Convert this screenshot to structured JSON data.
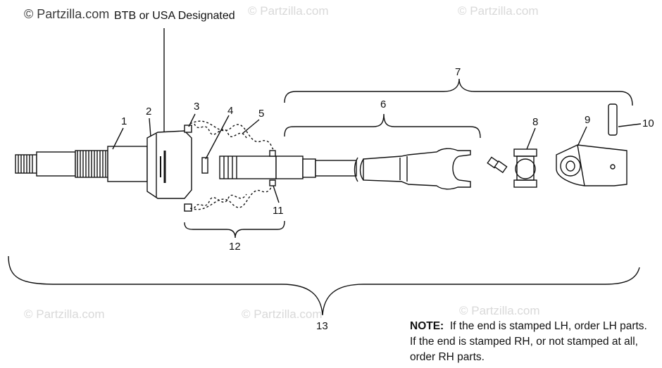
{
  "watermarks": {
    "top_left": "© Partzilla.com",
    "copies": [
      "© Partzilla.com",
      "© Partzilla.com",
      "© Partzilla.com",
      "© Partzilla.com",
      "© Partzilla.com"
    ]
  },
  "header_label": "BTB or USA Designated",
  "callouts": [
    "1",
    "2",
    "3",
    "4",
    "5",
    "6",
    "7",
    "8",
    "9",
    "10",
    "11",
    "12",
    "13"
  ],
  "note": {
    "label": "NOTE:",
    "text": "If the end is stamped LH, order LH parts.  If the end is stamped RH, or not stamped at all, order RH parts."
  }
}
